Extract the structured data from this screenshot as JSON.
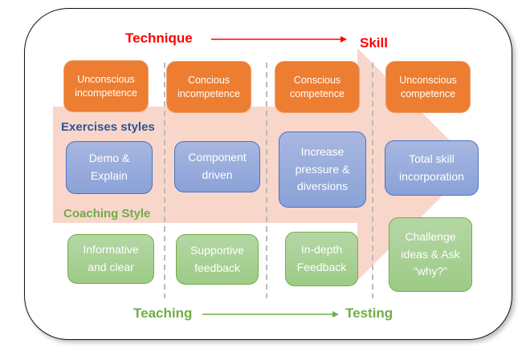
{
  "header": {
    "start": "Technique",
    "end": "Skill",
    "color": "#ff0000"
  },
  "footer": {
    "start": "Teaching",
    "end": "Testing",
    "color": "#70ad47"
  },
  "stages": [
    "Unconscious incompetence",
    "Concious incompetence",
    "Conscious competence",
    "Unconscious competence"
  ],
  "exercises": {
    "title": "Exercises styles",
    "items": [
      "Demo & Explain",
      "Component driven",
      "Increase pressure & diversions",
      "Total skill incorporation"
    ]
  },
  "coaching": {
    "title": "Coaching Style",
    "items": [
      "Informative and clear",
      "Supportive feedback",
      "In-depth Feedback",
      "Challenge ideas & Ask “why?”"
    ]
  }
}
